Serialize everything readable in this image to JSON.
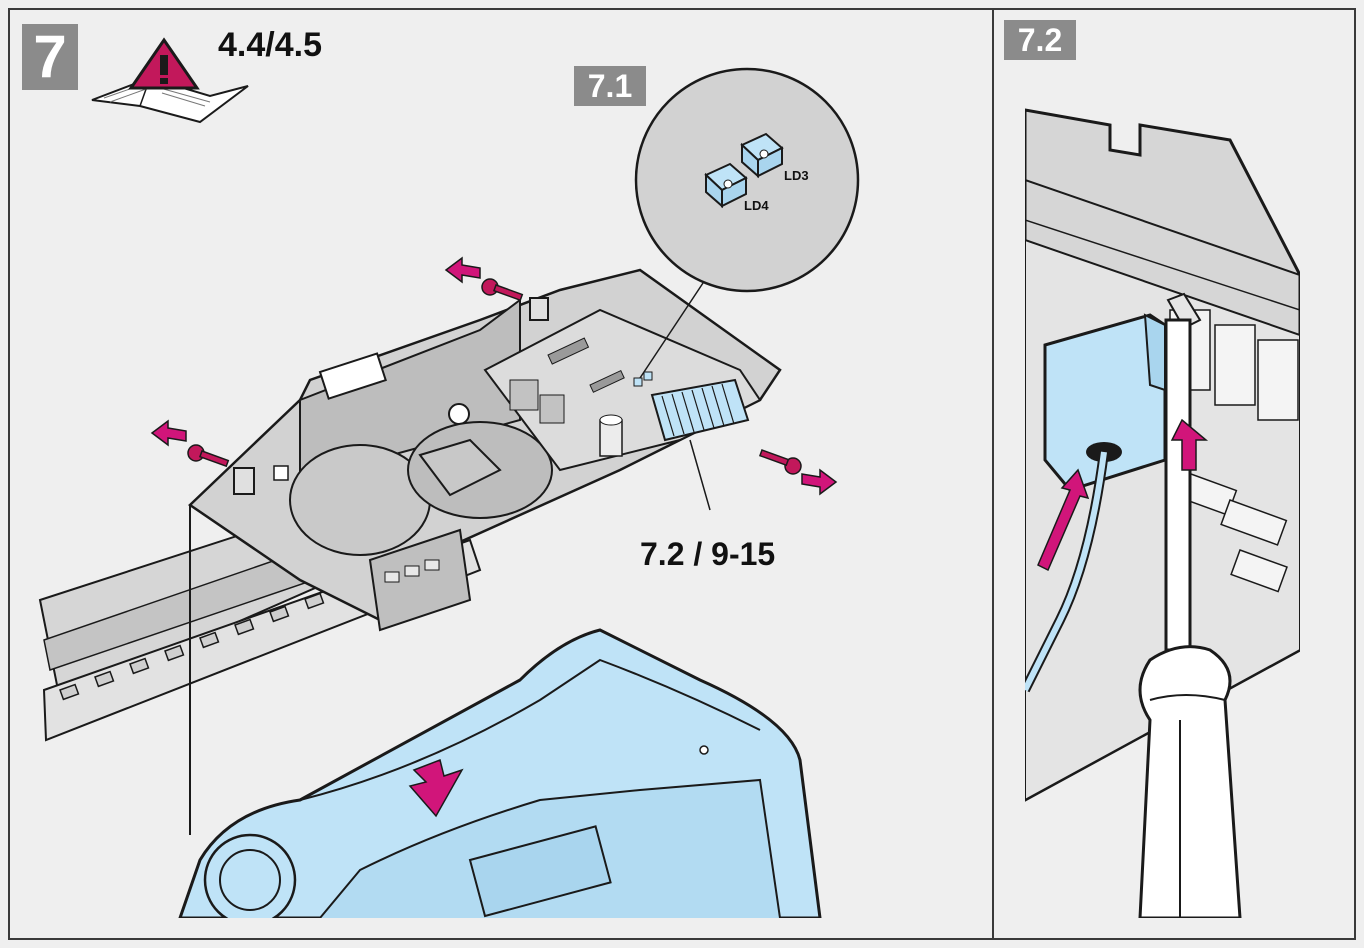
{
  "step": {
    "number": "7",
    "reference": "4.4/4.5"
  },
  "detail_a": {
    "badge": "7.1",
    "labels": [
      "LD3",
      "LD4"
    ]
  },
  "detail_b": {
    "badge": "7.2"
  },
  "callout": {
    "text": "7.2 / 9-15"
  },
  "icons": [
    "warning-triangle-icon",
    "manual-book-icon",
    "arrow-icon",
    "screwdriver-icon"
  ],
  "colors": {
    "frame": "#3a3a3a",
    "background": "#efefef",
    "badge": "#8b8b8b",
    "cover_blue": "#bfe3f7",
    "arrow_magenta": "#d1157a",
    "line": "#1a1a1a",
    "metal_gray": "#cfcfcf"
  }
}
